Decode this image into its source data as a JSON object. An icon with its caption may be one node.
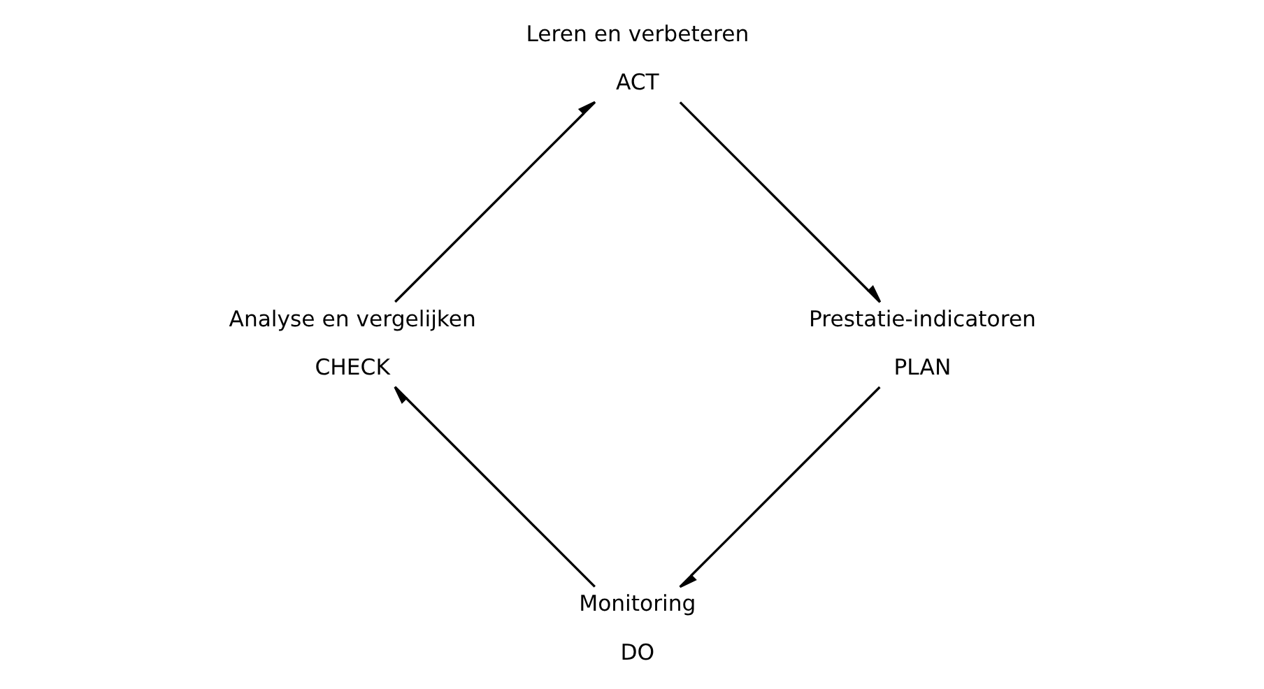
{
  "diagram": {
    "nodes": [
      {
        "text": [
          "Monitoring",
          "DO"
        ]
      },
      {
        "text": [
          "Analyse en vergelijken",
          "CHECK"
        ]
      },
      {
        "text": [
          "Prestatie-indicatoren",
          "PLAN"
        ]
      },
      {
        "text": [
          "Leren en verbeteren",
          "ACT"
        ]
      }
    ],
    "edges": [
      {
        "from": 2,
        "to": 0,
        "arrow": "to"
      },
      {
        "from": 0,
        "to": 1,
        "arrow": "to"
      },
      {
        "from": 1,
        "to": 3,
        "arrow": "to"
      },
      {
        "from": 3,
        "to": 2,
        "arrow": "to"
      }
    ]
  }
}
